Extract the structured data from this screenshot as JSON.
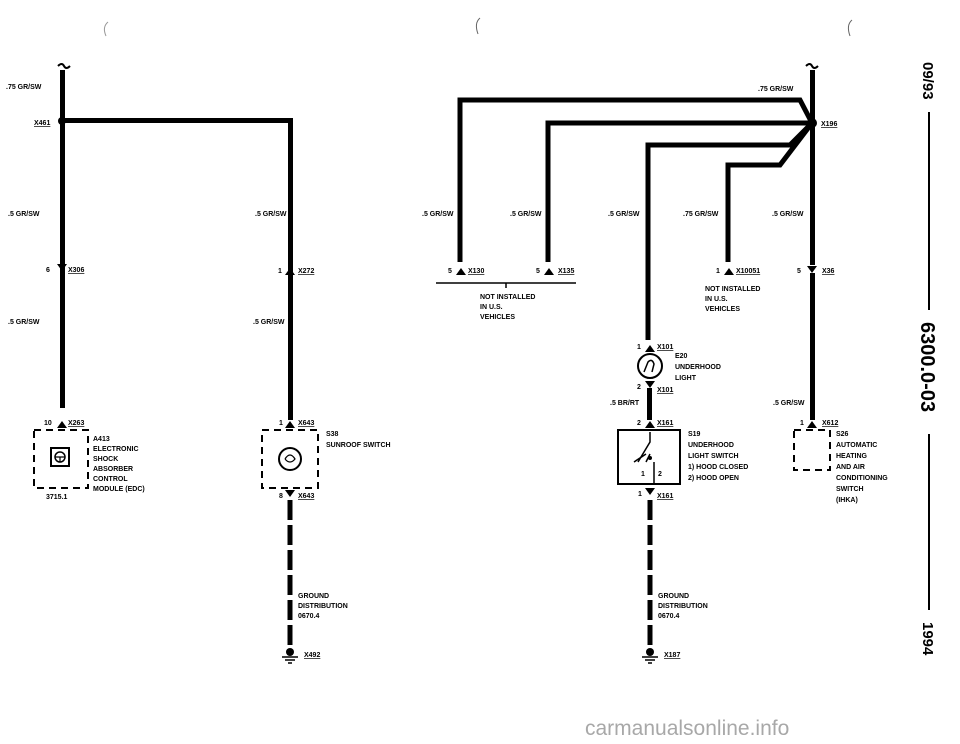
{
  "left": {
    "wire_top": ".75 GR/SW",
    "splice": "X461",
    "wire_a": ".5 GR/SW",
    "wire_b": ".5 GR/SW",
    "conn_x306_pin": "6",
    "conn_x306": "X306",
    "wire_c": ".5 GR/SW",
    "conn_x263_pin": "10",
    "conn_x263": "X263",
    "a413": {
      "id": "A413",
      "lines": [
        "ELECTRONIC",
        "SHOCK",
        "ABSORBER",
        "CONTROL",
        "MODULE (EDC)"
      ],
      "ref": "3715.1"
    },
    "conn_x272_pin": "1",
    "conn_x272": "X272",
    "wire_d": ".5 GR/SW",
    "conn_x643_pin": "1",
    "conn_x643": "X643",
    "s38": {
      "id": "S38",
      "name": "SUNROOF SWITCH"
    },
    "conn_x643b_pin": "8",
    "conn_x643b": "X643",
    "ground": {
      "lines": [
        "GROUND",
        "DISTRIBUTION",
        "0670.4"
      ],
      "conn": "X492"
    }
  },
  "right": {
    "wire_top": ".75 GR/SW",
    "splice": "X196",
    "wires": [
      ".5 GR/SW",
      ".5 GR/SW",
      ".5 GR/SW",
      ".75 GR/SW",
      ".5 GR/SW"
    ],
    "x130_pin": "5",
    "x130": "X130",
    "x135_pin": "5",
    "x135": "X135",
    "not_installed_1": [
      "NOT INSTALLED",
      "IN U.S.",
      "VEHICLES"
    ],
    "x10051_pin": "1",
    "x10051": "X10051",
    "not_installed_2": [
      "NOT INSTALLED",
      "IN U.S.",
      "VEHICLES"
    ],
    "x36_pin": "5",
    "x36": "X36",
    "x101_top_pin": "1",
    "x101_top": "X101",
    "e20": [
      "E20",
      "UNDERHOOD",
      "LIGHT"
    ],
    "x101_bot_pin": "2",
    "x101_bot": "X101",
    "wire_br": ".5 BR/RT",
    "x161_top_pin": "2",
    "x161_top": "X161",
    "s19": [
      "S19",
      "UNDERHOOD",
      "LIGHT SWITCH",
      "1)  HOOD CLOSED",
      "2)  HOOD OPEN"
    ],
    "s19_pin1": "1",
    "s19_pin2": "2",
    "x161_bot_pin": "1",
    "x161_bot": "X161",
    "ground": {
      "lines": [
        "GROUND",
        "DISTRIBUTION",
        "0670.4"
      ],
      "conn": "X187"
    },
    "wire_s26": ".5 GR/SW",
    "x612_pin": "1",
    "x612": "X612",
    "s26": [
      "S26",
      "AUTOMATIC",
      "HEATING",
      "AND AIR",
      "CONDITIONING",
      "SWITCH",
      "(IHKA)"
    ]
  },
  "sidebar": {
    "date": "09/93",
    "code": "6300.0-03",
    "year": "1994"
  },
  "watermark": "carmanualsonline.info"
}
